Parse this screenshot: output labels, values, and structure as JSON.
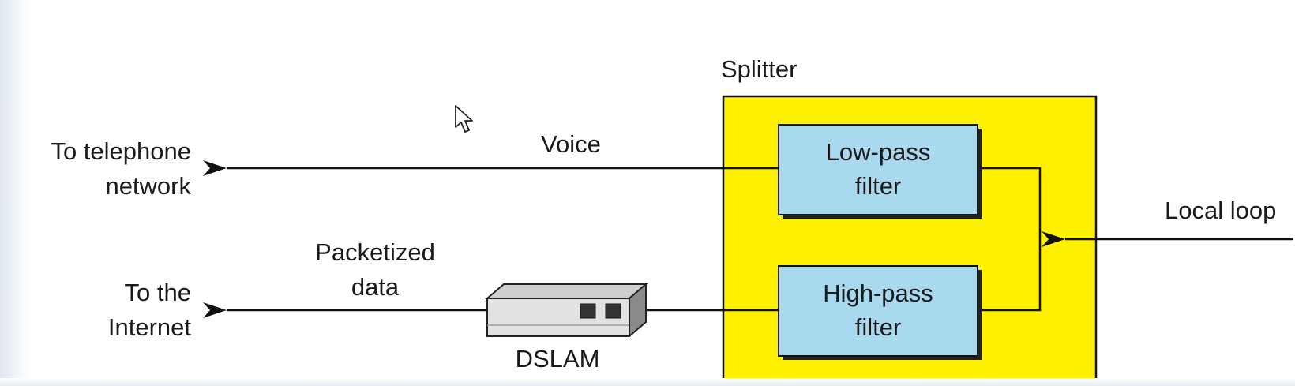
{
  "diagram": {
    "splitter_label": "Splitter",
    "low_pass_line1": "Low-pass",
    "low_pass_line2": "filter",
    "high_pass_line1": "High-pass",
    "high_pass_line2": "filter",
    "voice_label": "Voice",
    "packetized_line1": "Packetized",
    "packetized_line2": "data",
    "telephone_line1": "To telephone",
    "telephone_line2": "network",
    "internet_line1": "To the",
    "internet_line2": "Internet",
    "local_loop_label": "Local loop",
    "dslam_label": "DSLAM"
  },
  "colors": {
    "splitter_fill": "#fff200",
    "filter_fill": "#a9d9ee",
    "line": "#111111"
  },
  "icons": {
    "cursor": "mouse-pointer-icon",
    "dslam": "dslam-device-icon"
  }
}
